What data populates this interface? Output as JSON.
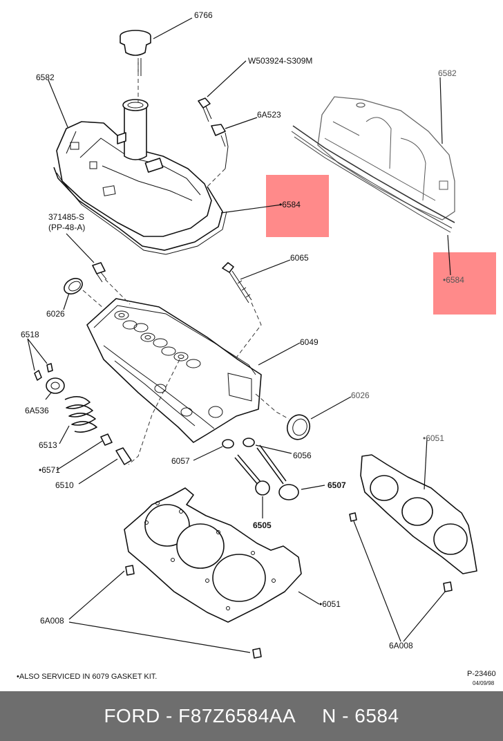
{
  "diagram": {
    "callouts": {
      "oil_filler_cap": "6766",
      "bolt": "W503924-S309M",
      "stud": "6A523",
      "rocker_cover_left": "6582",
      "rocker_cover_right": "6582",
      "gasket_left": "•6584",
      "gasket_right": "•6584",
      "plug": "371485-S",
      "plug_spec": "(PP-48-A)",
      "head_bolt": "6065",
      "cam_plug_top": "6026",
      "cylinder_head": "6049",
      "cam_plug_bottom": "6026",
      "keys": "6518",
      "retainer": "6A536",
      "valve_spring": "6513",
      "valve_seal": "•6571",
      "seal_6510": "6510",
      "washer_left": "6057",
      "washer_right": "6056",
      "exhaust_valve": "6507",
      "intake_valve": "6505",
      "head_gasket_right": "•6051",
      "head_gasket_main": "•6051",
      "dowel_left": "6A008",
      "dowel_right": "6A008"
    },
    "footnote": "•ALSO SERVICED IN 6079 GASKET KIT.",
    "figure_number": "P-23460",
    "figure_date": "04/09/98"
  },
  "highlight_color": "#ff8a8a",
  "footer": {
    "brand_part": "FORD - F87Z6584AA",
    "number_part": "N - 6584"
  }
}
